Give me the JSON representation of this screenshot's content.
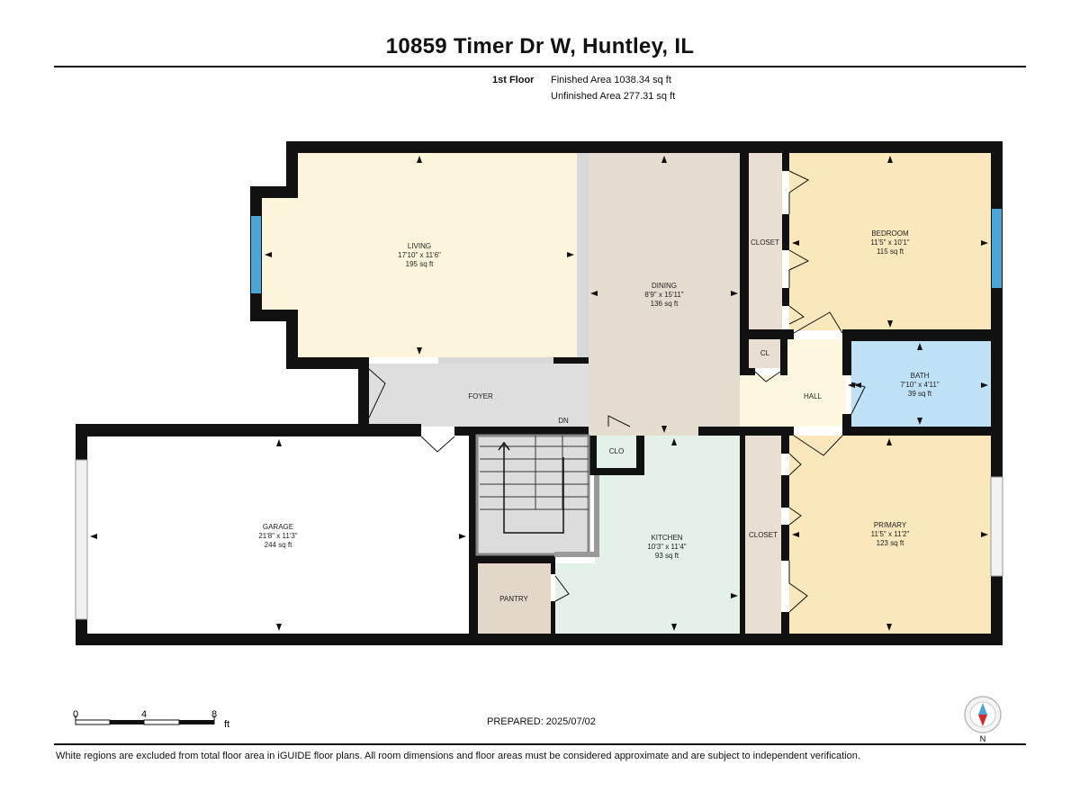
{
  "header": {
    "title": "10859 Timer Dr W, Huntley, IL",
    "floor_name": "1st Floor",
    "finished_area": "Finished Area 1038.34 sq ft",
    "unfinished_area": "Unfinished Area 277.31 sq ft"
  },
  "rooms": {
    "living": {
      "name": "LIVING",
      "dims": "17'10\" x 11'6\"",
      "area": "195 sq ft"
    },
    "dining": {
      "name": "DINING",
      "dims": "8'9\" x 15'11\"",
      "area": "136 sq ft"
    },
    "bedroom": {
      "name": "BEDROOM",
      "dims": "11'5\" x 10'1\"",
      "area": "115 sq ft"
    },
    "closet_top": {
      "name": "CLOSET"
    },
    "cl": {
      "name": "CL"
    },
    "hall": {
      "name": "HALL"
    },
    "bath": {
      "name": "BATH",
      "dims": "7'10\" x 4'11\"",
      "area": "39 sq ft"
    },
    "foyer": {
      "name": "FOYER"
    },
    "dn": {
      "name": "DN"
    },
    "clo": {
      "name": "CLO"
    },
    "garage": {
      "name": "GARAGE",
      "dims": "21'8\" x 11'3\"",
      "area": "244 sq ft"
    },
    "kitchen": {
      "name": "KITCHEN",
      "dims": "10'3\" x 11'4\"",
      "area": "93 sq ft"
    },
    "pantry": {
      "name": "PANTRY"
    },
    "closet_bottom": {
      "name": "CLOSET"
    },
    "primary": {
      "name": "PRIMARY",
      "dims": "11'5\" x 11'2\"",
      "area": "123 sq ft"
    }
  },
  "scale": {
    "ticks": [
      "0",
      "4",
      "8"
    ],
    "unit": "ft"
  },
  "compass": {
    "label": "N"
  },
  "footer": {
    "prepared": "PREPARED: 2025/07/02",
    "disclaimer": "White regions are excluded from total floor area in iGUIDE floor plans. All room dimensions and floor areas must be considered approximate and are subject to independent verification."
  },
  "colors": {
    "living": "#fcf5dc",
    "dining": "#e5dcd0",
    "bedroom": "#fae8bc",
    "closet": "#e8dfd2",
    "hall": "#fcf7de",
    "bath": "#bfe1f6",
    "foyer": "#dedede",
    "stairs": "#dcdcdc",
    "kitchen": "#e3f1e8",
    "pantry": "#e2d7c8",
    "primary": "#fae7bc",
    "garage": "#ffffff",
    "window": "#4aa6d6",
    "wall": "#111111"
  }
}
